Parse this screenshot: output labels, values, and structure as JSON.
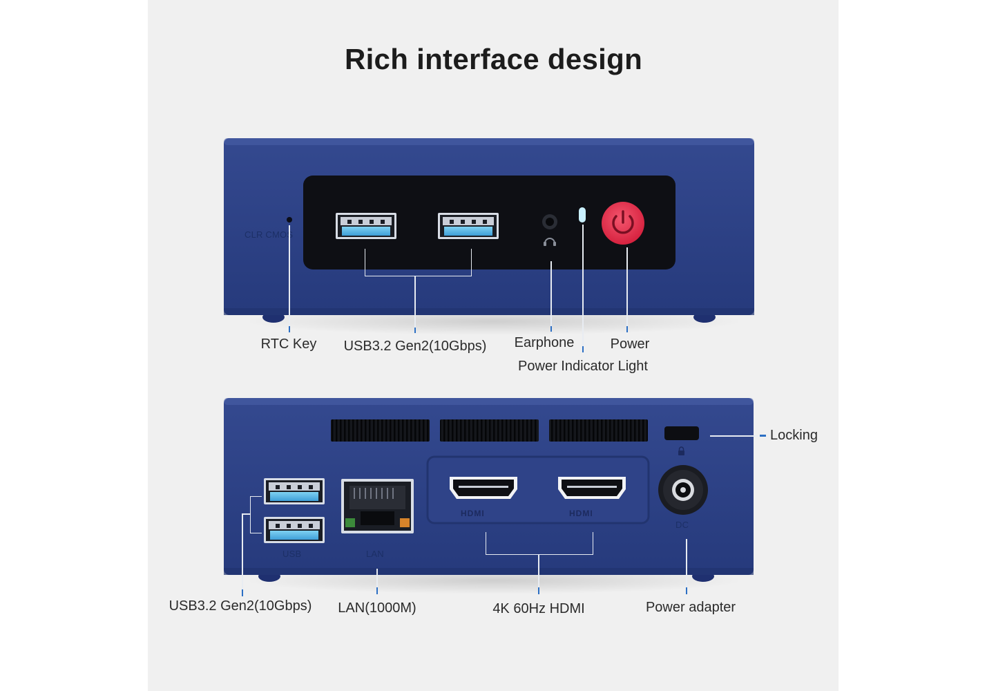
{
  "title": "Rich interface design",
  "front": {
    "panel_text": "CLR CMOS",
    "labels": {
      "rtc_key": "RTC Key",
      "usb": "USB3.2 Gen2(10Gbps)",
      "earphone": "Earphone",
      "power": "Power",
      "power_indicator": "Power Indicator Light"
    }
  },
  "rear": {
    "panel_text": {
      "usb": "USB",
      "lan": "LAN",
      "dc": "DC",
      "hdmi_logo": "HDMI"
    },
    "labels": {
      "locking": "Locking",
      "usb": "USB3.2 Gen2(10Gbps)",
      "lan": "LAN(1000M)",
      "hdmi": "4K 60Hz HDMI",
      "power_adapter": "Power adapter"
    }
  },
  "colors": {
    "chassis_blue": "#2b3f86",
    "power_button": "#e8344f",
    "leader_blue": "#2c6fc4",
    "indicator": "#c9f0ff"
  }
}
